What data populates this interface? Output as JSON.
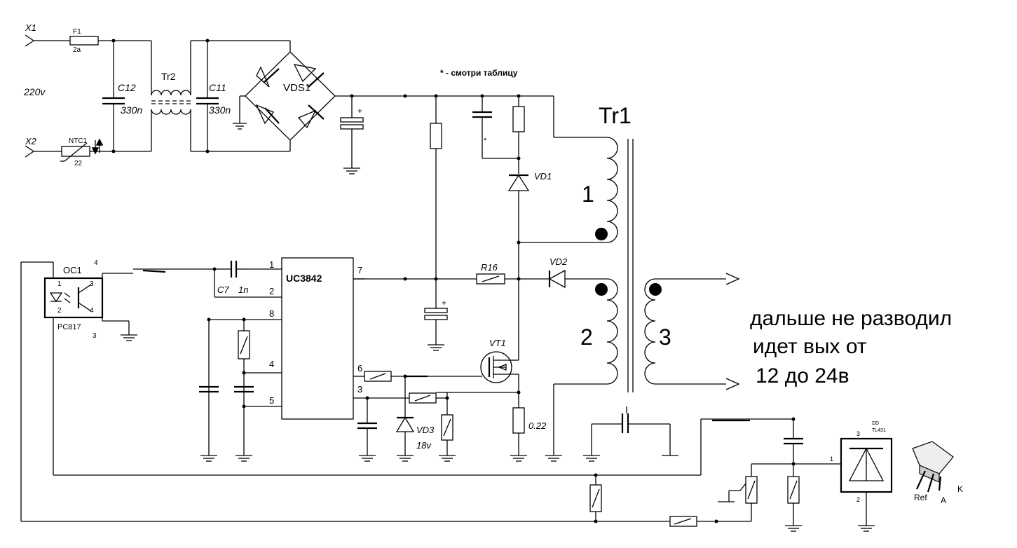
{
  "labels": {
    "x1": "X1",
    "x2": "X2",
    "f1": "F1",
    "f1_val": "2a",
    "mains": "220v",
    "c12": "C12",
    "c12_val": "330n",
    "tr2": "Tr2",
    "c11": "C11",
    "c11_val": "330n",
    "vds1": "VDS1",
    "ntc1": "NTC1",
    "ntc1_val": "22",
    "note": "* - смотри таблицу",
    "tr1": "Tr1",
    "vd1": "VD1",
    "winding1": "1",
    "winding2": "2",
    "winding3": "3",
    "r16": "R16",
    "vd2": "VD2",
    "vt1": "VT1",
    "oc1": "OC1",
    "oc1_model": "PC817",
    "oc1_pin1": "1",
    "oc1_pin2": "2",
    "oc1_pin3": "3",
    "oc1_pin4": "4",
    "oc1_ext4": "4",
    "oc1_ext3": "3",
    "c7": "C7",
    "c7_val": "1n",
    "ic": "UC3842",
    "ic_pin1": "1",
    "ic_pin2": "2",
    "ic_pin8": "8",
    "ic_pin4": "4",
    "ic_pin5": "5",
    "ic_pin7": "7",
    "ic_pin6": "6",
    "ic_pin3": "3",
    "vd3": "VD3",
    "vd3_val": "18v",
    "rs_val": "0.22",
    "star": "*",
    "tl_name": "DD",
    "tl_model": "TL431",
    "tl_pin3": "3",
    "tl_pin1": "1",
    "tl_pin2": "2",
    "pkg_ref": "Ref",
    "pkg_a": "A",
    "pkg_k": "K",
    "note_line1": "дальше не разводил",
    "note_line2": "идет вых от",
    "note_line3": "12 до 24в"
  }
}
